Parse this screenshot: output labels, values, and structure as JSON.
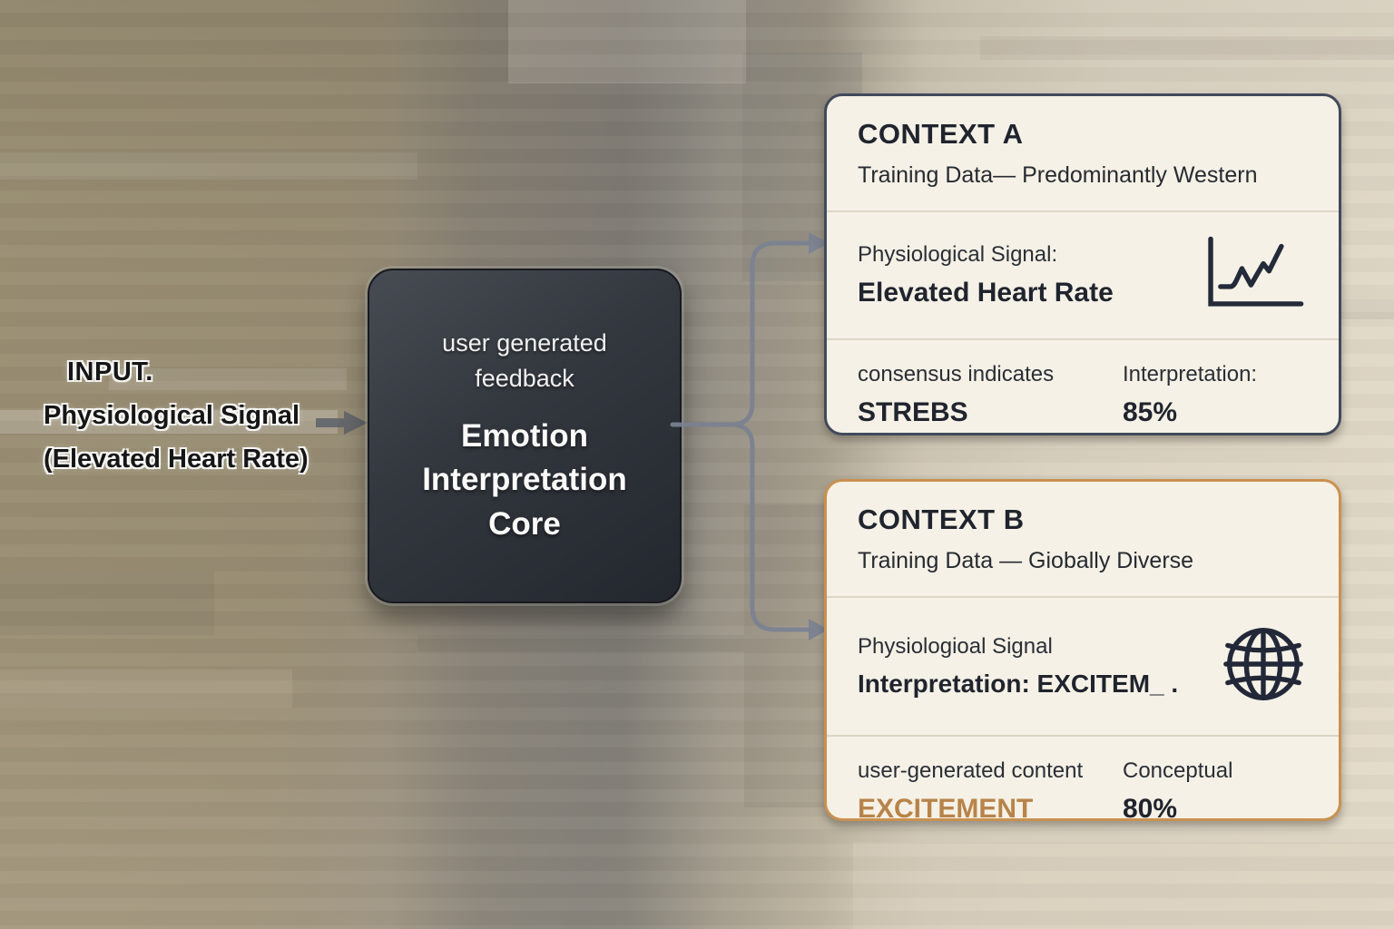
{
  "input": {
    "title": "INPUT.",
    "line1": "Physiological Signal",
    "line2": "(Elevated Heart Rate)"
  },
  "core": {
    "subtitle": "user generated feedback",
    "title": "Emotion Interpretation Core"
  },
  "cards": {
    "context_a": {
      "title": "CONTEXT A",
      "subtitle": "Training Data— Predominantly Western",
      "signal_label": "Physiological Signal:",
      "signal_value": "Elevated Heart Rate",
      "icon": "line-chart-icon",
      "consensus_label": "consensus indicates",
      "consensus_value": "STREBS",
      "interpretation_label": "Interpretation:",
      "interpretation_value": "85%"
    },
    "context_b": {
      "title": "CONTEXT B",
      "subtitle": "Training Data — Giobally Diverse",
      "signal_label": "Physiologioal Signal",
      "signal_value": "Interpretation: EXCITEM_ .",
      "icon": "globe-icon",
      "content_label": "user-generated content",
      "content_value": "EXCITEMENT",
      "conceptual_label": "Conceptual",
      "conceptual_value": "80%"
    }
  },
  "colors": {
    "context_a_border": "#414a5b",
    "context_b_border": "#c9914f",
    "accent_orange": "#b8834a",
    "arrow_gray": "#7a8191",
    "card_background": "#f5f1e6",
    "core_background": "#2e3339",
    "background_tan": "#988d73",
    "background_beige": "#d5ccba"
  }
}
